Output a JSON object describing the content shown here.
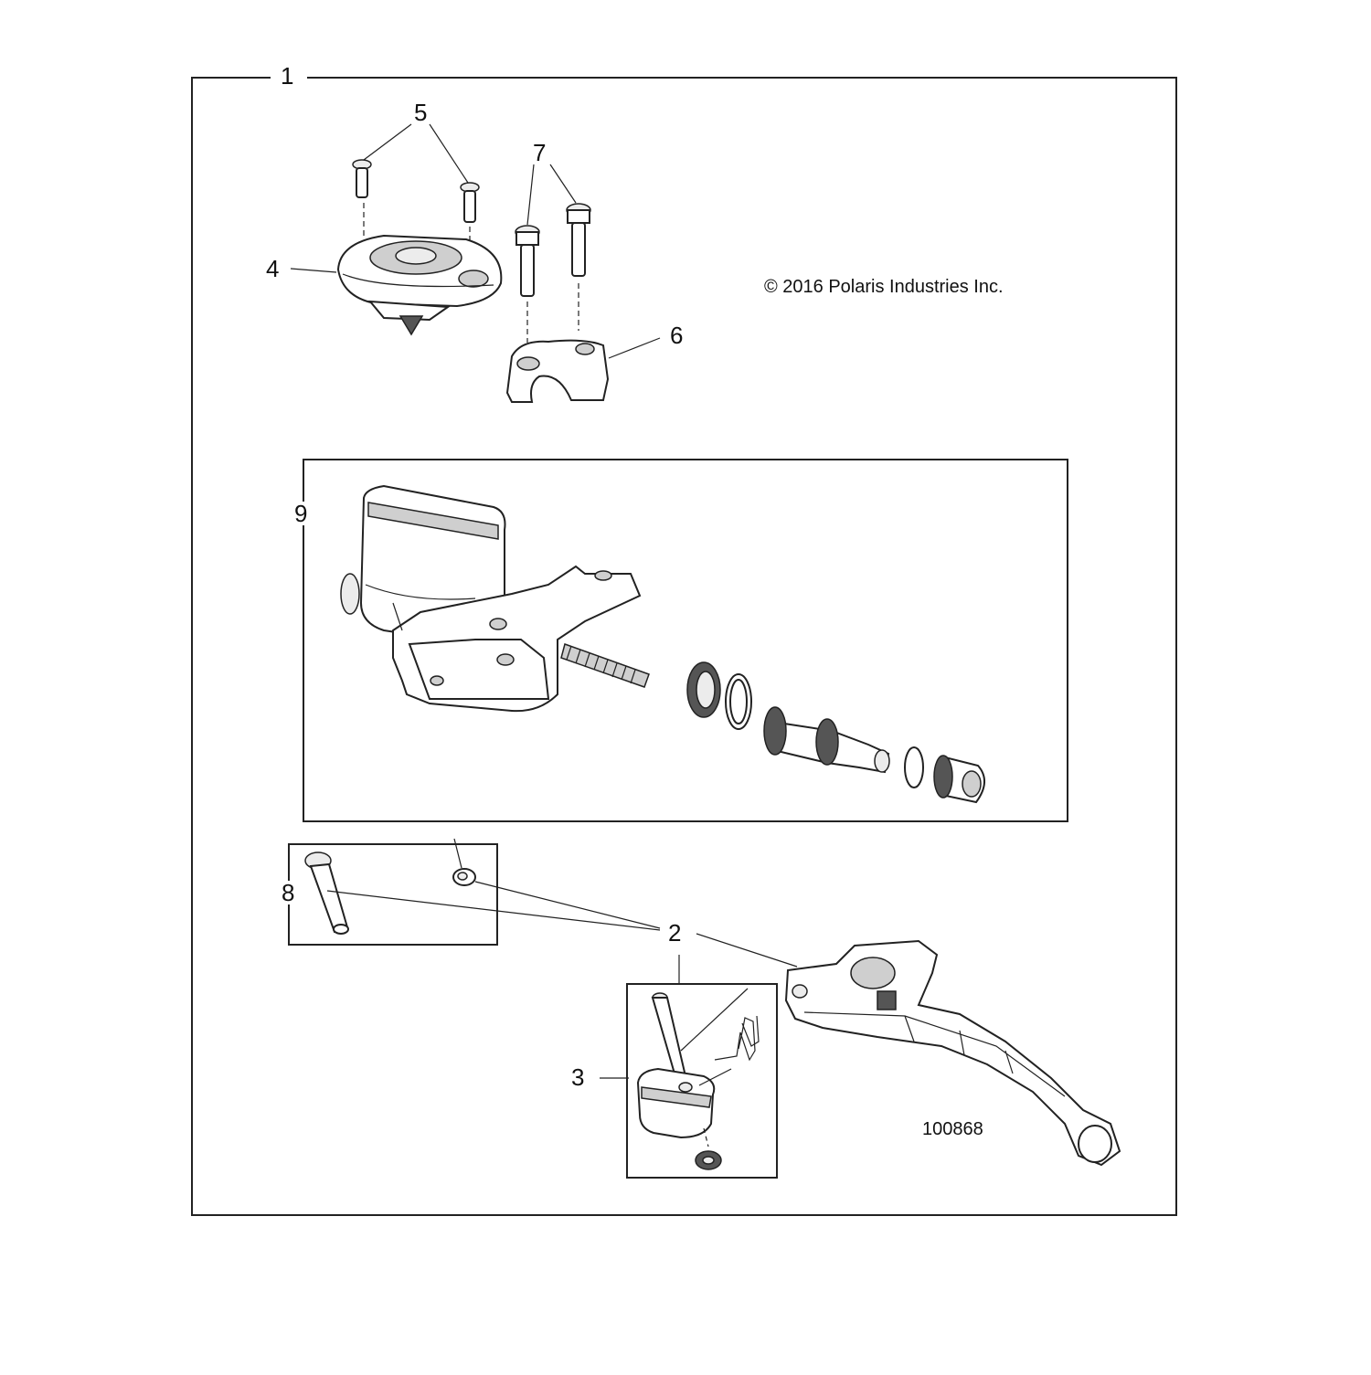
{
  "callouts": {
    "c1": "1",
    "c2": "2",
    "c3": "3",
    "c4": "4",
    "c5": "5",
    "c6": "6",
    "c7": "7",
    "c8": "8",
    "c9": "9"
  },
  "copyright": "© 2016 Polaris Industries Inc.",
  "figure_number": "100868"
}
